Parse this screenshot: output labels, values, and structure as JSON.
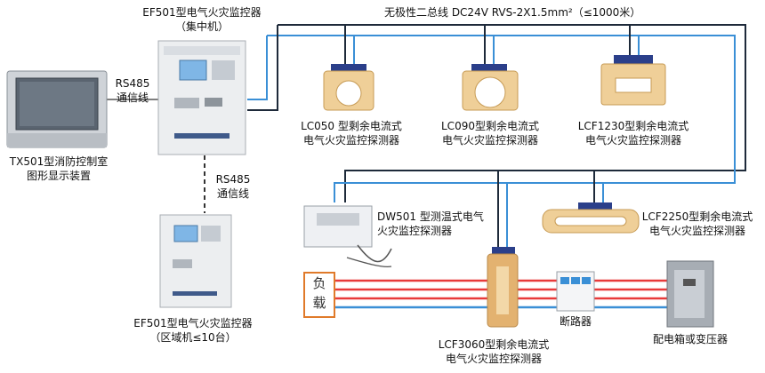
{
  "bus_label": "无极性二总线 DC24V RVS-2X1.5mm²（≤1000米）",
  "central": {
    "title": "EF501型电气火灾监控器",
    "subtitle": "（集中机）"
  },
  "regional": {
    "title": "EF501型电气火灾监控器",
    "subtitle": "（区域机≤10台）"
  },
  "display": {
    "title": "TX501型消防控制室",
    "subtitle": "图形显示装置"
  },
  "rs485_top": {
    "line1": "RS485",
    "line2": "通信线"
  },
  "rs485_mid": {
    "line1": "RS485",
    "line2": "通信线"
  },
  "detectors": {
    "lc050": {
      "line1": "LC050 型剩余电流式",
      "line2": "电气火灾监控探测器"
    },
    "lc090": {
      "line1": "LC090型剩余电流式",
      "line2": "电气火灾监控探测器"
    },
    "lcf1230": {
      "line1": "LCF1230型剩余电流式",
      "line2": "电气火灾监控探测器"
    },
    "dw501": {
      "line1": "DW501 型测温式电气",
      "line2": "火灾监控探测器"
    },
    "lcf2250": {
      "line1": "LCF2250型剩余电流式",
      "line2": "电气火灾监控探测器"
    },
    "lcf3060": {
      "line1": "LCF3060型剩余电流式",
      "line2": "电气火灾监控探测器"
    }
  },
  "load": {
    "line1": "负",
    "line2": "载"
  },
  "breaker": "断路器",
  "cabinet": "配电箱或变压器",
  "colors": {
    "bus_dark": "#1e2a3a",
    "bus_blue": "#3a8fd6",
    "power_red": "#e83a3a",
    "copper": "#e3b270"
  }
}
